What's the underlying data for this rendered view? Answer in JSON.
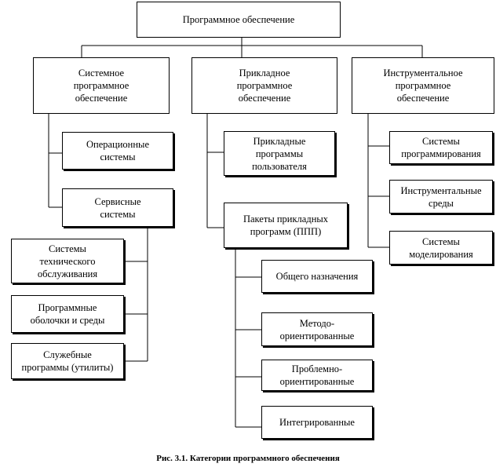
{
  "diagram": {
    "root": "Программное обеспечение",
    "system": {
      "title": "Системное\nпрограммное\nобеспечение",
      "operating": "Операционные\nсистемы",
      "service": "Сервисные\nсистемы",
      "maintenance": "Системы\nтехнического\nобслуживания",
      "shells": "Программные\nоболочки и среды",
      "utilities": "Служебные\nпрограммы (утилиты)"
    },
    "applied": {
      "title": "Прикладное\nпрограммное\nобеспечение",
      "user_programs": "Прикладные\nпрограммы\nпользователя",
      "packages": "Пакеты прикладных\nпрограмм (ППП)",
      "general": "Общего назначения",
      "method": "Методо-\nориентированные",
      "problem": "Проблемно-\nориентированные",
      "integrated": "Интегрированные"
    },
    "tools": {
      "title": "Инструментальное\nпрограммное\nобеспечение",
      "programming": "Системы\nпрограммирования",
      "environments": "Инструментальные\nсреды",
      "modeling": "Системы\nмоделирования"
    },
    "caption": "Рис. 3.1. Категории программного обеспечения"
  }
}
